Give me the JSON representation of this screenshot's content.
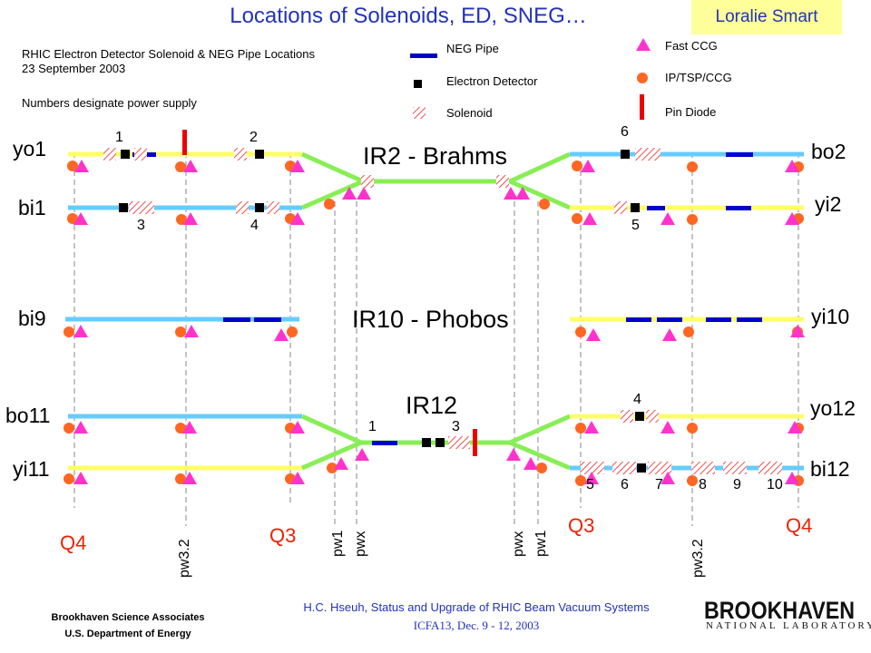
{
  "slide": {
    "title": "Locations of Solenoids, ED, SNEG…",
    "presenter": "Loralie Smart",
    "header_line1": "RHIC Electron Detector Solenoid & NEG Pipe Locations",
    "header_line2": "23 September 2003",
    "header_line3": "Numbers designate power supply"
  },
  "legend": {
    "neg_pipe": "NEG Pipe",
    "electron_detector": "Electron Detector",
    "solenoid": "Solenoid",
    "fast_ccg": "Fast CCG",
    "ip_tsp_ccg": "IP/TSP/CCG",
    "pin_diode": "Pin Diode"
  },
  "colors": {
    "yellow_beam": "#ffff66",
    "blue_beam": "#66ccff",
    "green_beam": "#88ee55",
    "neg": "#0000cc",
    "ccg": "#ff33cc",
    "ip": "#ff6622",
    "pin": "#ee0000",
    "q_label": "#ee2200",
    "title": "#2233bb"
  },
  "beamlines": {
    "yo1": "yo1",
    "bi1": "bi1",
    "bi9": "bi9",
    "bo11": "bo11",
    "yi11": "yi11",
    "bo2": "bo2",
    "yi2": "yi2",
    "yi10": "yi10",
    "yo12": "yo12",
    "bi12": "bi12"
  },
  "ir": {
    "ir2": "IR2 - Brahms",
    "ir10": "IR10 - Phobos",
    "ir12": "IR12"
  },
  "power_supplies": {
    "p1": "1",
    "p2": "2",
    "p3": "3",
    "p4": "4",
    "p6": "6",
    "p5": "5",
    "ir12_1": "1",
    "ir12_3": "3",
    "yo12_4": "4",
    "bi12_5": "5",
    "bi12_6": "6",
    "bi12_7": "7",
    "bi12_8": "8",
    "bi12_9": "9",
    "bi12_10": "10"
  },
  "quads": {
    "q4_left": "Q4",
    "q3_left": "Q3",
    "q3_right": "Q3",
    "q4_right": "Q4"
  },
  "stations": {
    "pw32_left": "pw3.2",
    "pw1_left": "pw1",
    "pwx_left": "pwx",
    "pwx_right": "pwx",
    "pw1_right": "pw1",
    "pw32_right": "pw3.2"
  },
  "footer": {
    "org1": "Brookhaven Science Associates",
    "org2": "U.S. Department of Energy",
    "talk": "H.C. Hseuh, Status and Upgrade of RHIC Beam Vacuum Systems",
    "conf": "ICFA13, Dec. 9 - 12, 2003",
    "logo_main": "BROOKHAVEN",
    "logo_sub": "NATIONAL LABORATORY"
  }
}
